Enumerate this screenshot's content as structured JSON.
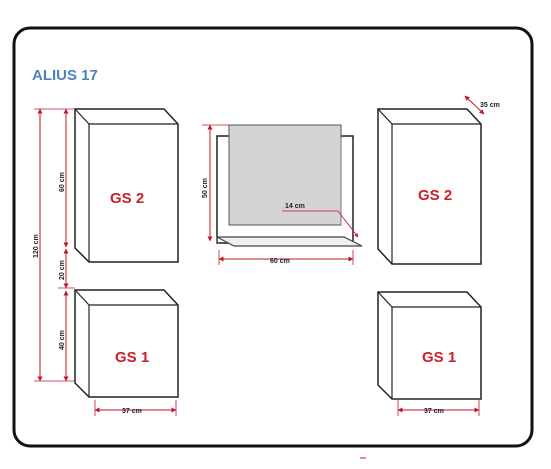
{
  "title": "ALIUS 17",
  "cabinets": {
    "top_left": {
      "label": "GS 2"
    },
    "bottom_left": {
      "label": "GS 1"
    },
    "top_right": {
      "label": "GS 2"
    },
    "bottom_right": {
      "label": "GS 1"
    }
  },
  "dimensions": {
    "total_height": "120 cm",
    "tall_height": "60 cm",
    "gap_height": "20 cm",
    "short_height": "40 cm",
    "cabinet_width": "37 cm",
    "cabinet_width_right": "37 cm",
    "depth": "35 cm",
    "panel_height": "50 cm",
    "panel_width": "60 cm",
    "shelf_depth": "14 cm"
  },
  "colors": {
    "frame": "#111111",
    "dimension_line": "#c0172a",
    "cabinet_label": "#cc1f2a",
    "title": "#4f81bd",
    "panel_fill": "#d4d4d4"
  }
}
